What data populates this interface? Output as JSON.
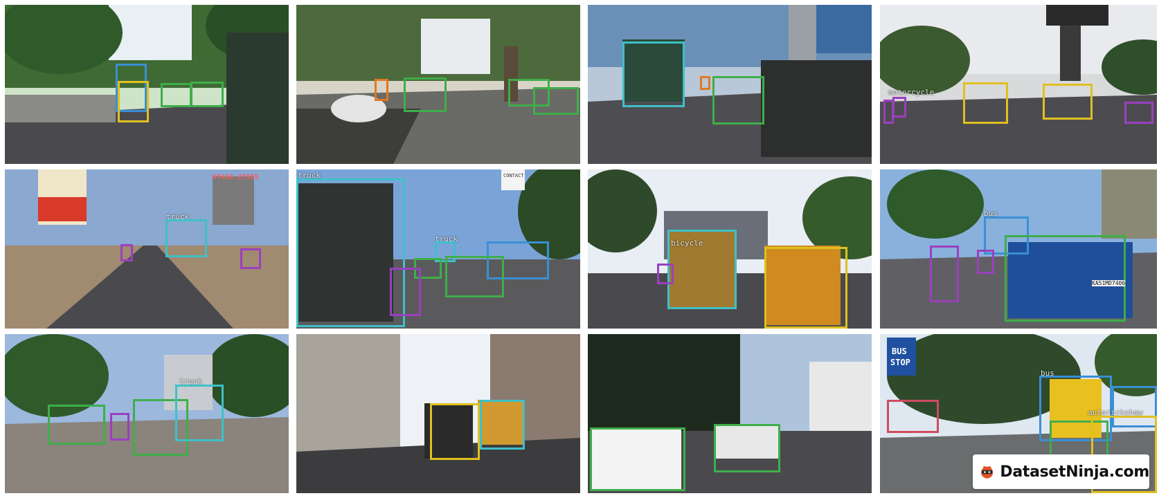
{
  "colors": {
    "car": "#3fae4a",
    "truck": "#3fc0c8",
    "bus": "#3a8fd6",
    "autorickshaw": "#e0c020",
    "motorcycle": "#9b3fbf",
    "rider": "#e07a20",
    "van": "#d04a60"
  },
  "tiles": [
    {
      "name": "tile-1",
      "labels": []
    },
    {
      "name": "tile-2",
      "labels": []
    },
    {
      "name": "tile-3",
      "labels": []
    },
    {
      "name": "tile-4",
      "labels": [
        "motorcycle"
      ]
    },
    {
      "name": "tile-5",
      "labels": [
        "truck"
      ],
      "signs": [
        "97430 27555"
      ]
    },
    {
      "name": "tile-6",
      "labels": [
        "truck",
        "truck"
      ],
      "signs": [
        "CONTACT"
      ]
    },
    {
      "name": "tile-7",
      "labels": [
        "bicycle"
      ]
    },
    {
      "name": "tile-8",
      "labels": [
        "bus"
      ],
      "plate": "KA51MD7406"
    },
    {
      "name": "tile-9",
      "labels": [
        "truck"
      ]
    },
    {
      "name": "tile-10",
      "labels": []
    },
    {
      "name": "tile-11",
      "labels": []
    },
    {
      "name": "tile-12",
      "labels": [
        "bus",
        "autorickshaw"
      ],
      "signs": [
        "BUS",
        "STOP"
      ]
    }
  ],
  "watermark": {
    "text": "DatasetNinja.com",
    "icon": "ninja-icon"
  }
}
